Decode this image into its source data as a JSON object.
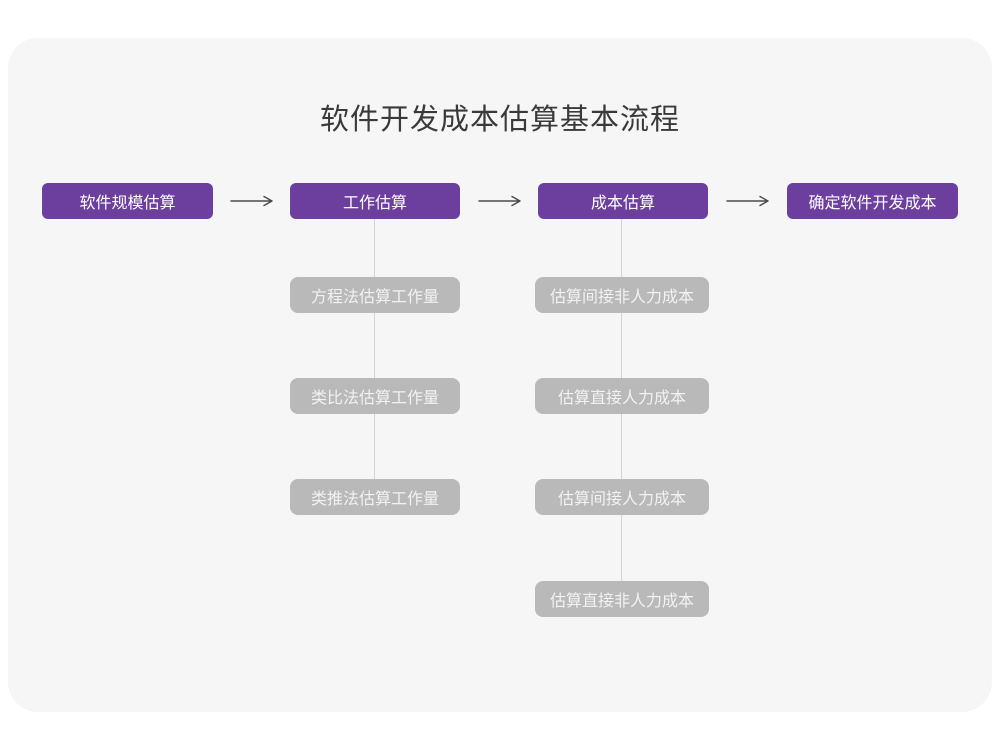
{
  "diagram": {
    "title": "软件开发成本估算基本流程",
    "colors": {
      "main_node": "#6C3F9F",
      "sub_node": "#B9B9B9",
      "sub_node_text": "#F2F2F2",
      "arrow": "#4A4A4A",
      "connector": "#D2D2D2",
      "canvas_bg": "#F6F6F7",
      "page_bg": "#FFFFFF",
      "title_text": "#3A3A3A"
    },
    "main_flow": [
      {
        "label": "软件规模估算"
      },
      {
        "label": "工作估算"
      },
      {
        "label": "成本估算"
      },
      {
        "label": "确定软件开发成本"
      }
    ],
    "work_estimation_methods": [
      {
        "label": "方程法估算工作量"
      },
      {
        "label": "类比法估算工作量"
      },
      {
        "label": "类推法估算工作量"
      }
    ],
    "cost_estimation_steps": [
      {
        "label": "估算间接非人力成本"
      },
      {
        "label": "估算直接人力成本"
      },
      {
        "label": "估算间接人力成本"
      },
      {
        "label": "估算直接非人力成本"
      }
    ]
  }
}
